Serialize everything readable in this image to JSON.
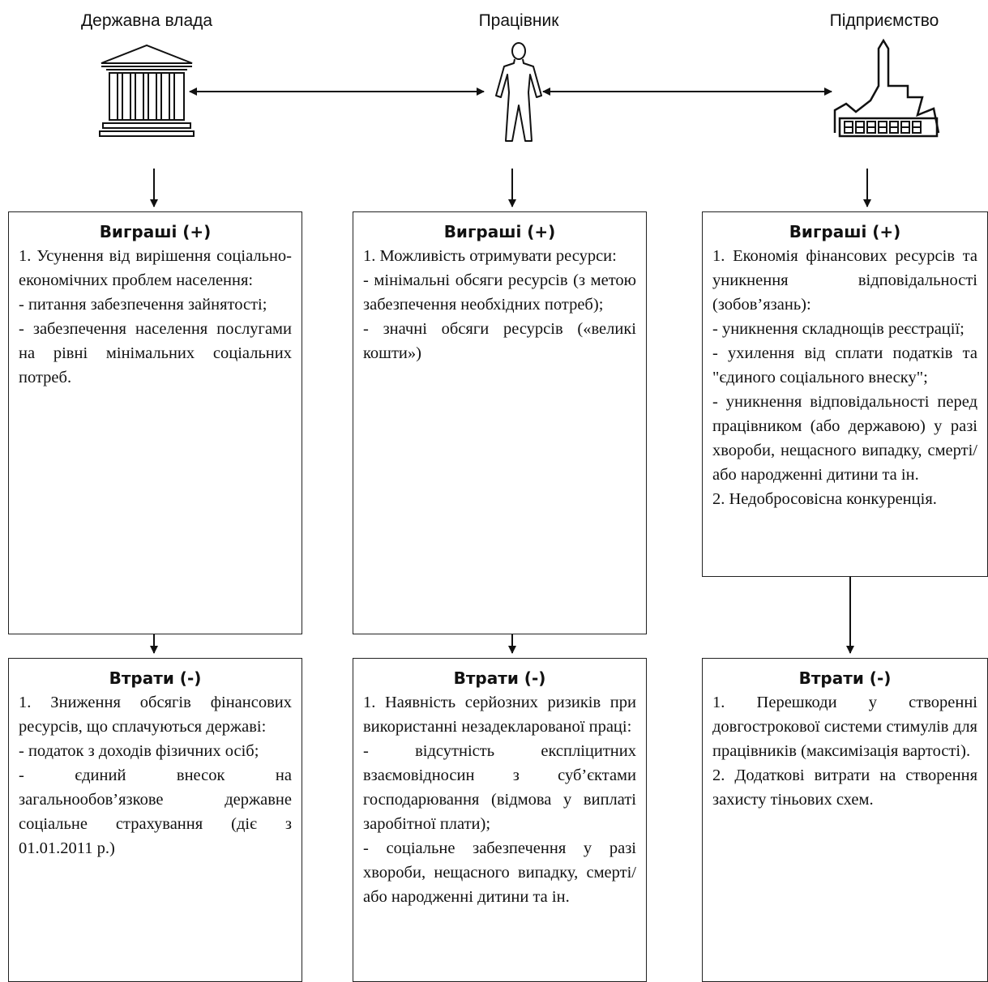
{
  "actors": [
    {
      "name": "Державна влада",
      "icon": "government-building-icon"
    },
    {
      "name": "Працівник",
      "icon": "worker-person-icon"
    },
    {
      "name": "Підприємство",
      "icon": "factory-icon"
    }
  ],
  "columns": [
    {
      "gains": {
        "title": "Виграші (+)",
        "lines": [
          "1. Усунення від вирішення соціально-економічних проблем населення:",
          "- питання забезпечення зайнятості;",
          "- забезпечення населення послугами на рівні мінімальних соціальних потреб."
        ]
      },
      "losses": {
        "title": "Втрати (-)",
        "lines": [
          "1. Зниження обсягів фінансових ресурсів, що сплачуються державі:",
          "- податок з доходів фізичних осіб;",
          "- єдиний внесок на загальнообов’язкове державне соціальне страхування (діє з 01.01.2011 р.)"
        ]
      }
    },
    {
      "gains": {
        "title": "Виграші (+)",
        "lines": [
          "1. Можливість отримувати ресурси:",
          "- мінімальні обсяги ресурсів (з метою забезпечення необхідних потреб);",
          "- значні обсяги ресурсів («великі кошти»)"
        ]
      },
      "losses": {
        "title": "Втрати (-)",
        "lines": [
          "1. Наявність серйозних ризиків при використанні незадекларованої праці:",
          "- відсутність експліцитних взаємовідносин з суб’єктами господарювання (відмова у виплаті заробітної плати);",
          "- соціальне забезпечення у разі хвороби, нещасного випадку, смерті/або народженні дитини та ін."
        ]
      }
    },
    {
      "gains": {
        "title": "Виграші (+)",
        "lines": [
          "1. Економія фінансових ресурсів та уникнення відповідальності (зобов’язань):",
          "- уникнення складнощів реєстрації;",
          "- ухилення від сплати податків та \"єдиного соціального внеску\";",
          "- уникнення відповідальності перед працівником (або державою) у разі хвороби, нещасного випадку, смерті/або народженні дитини та ін.",
          "2. Недобросовісна конкуренція."
        ]
      },
      "losses": {
        "title": "Втрати (-)",
        "lines": [
          "1. Перешкоди у створенні довгострокової системи стимулів для працівників (максимізація вартості).",
          "2. Додаткові витрати на створення захисту тіньових схем."
        ]
      }
    }
  ]
}
